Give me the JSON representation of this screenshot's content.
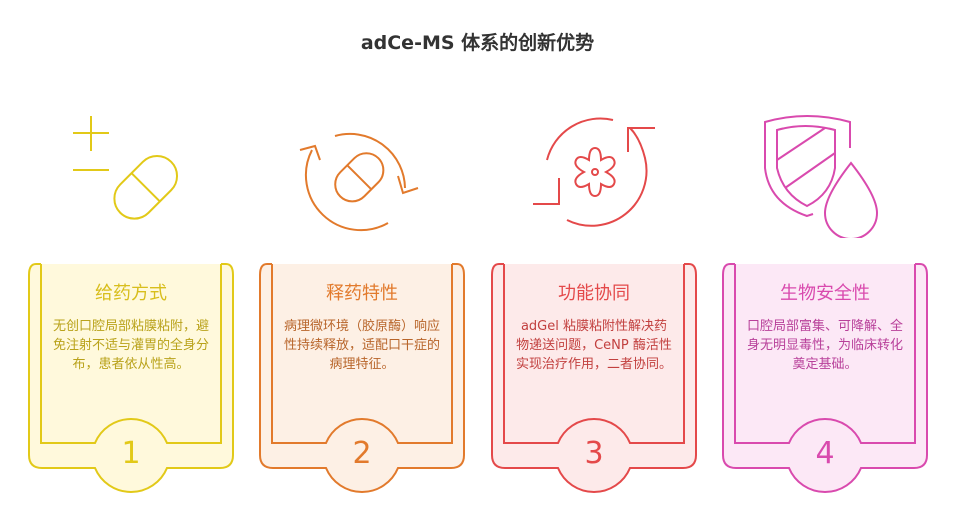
{
  "title": "adCe-MS 体系的创新优势",
  "cards": [
    {
      "number": "1",
      "title": "给药方式",
      "body": "无创口腔局部粘膜粘附，避免注射不适与灌胃的全身分布，患者依从性高。",
      "icon": "plus-minus-pill-icon",
      "stroke": "#E2C918",
      "fill": "#FFF9DC",
      "text": "#B9A21A",
      "title_color": "#D8BE1C"
    },
    {
      "number": "2",
      "title": "释药特性",
      "body": "病理微环境（胶原酶）响应性持续释放，适配口干症的病理特征。",
      "icon": "cycle-pill-icon",
      "stroke": "#E27A2C",
      "fill": "#FDF0E5",
      "text": "#B8652A",
      "title_color": "#E27A2C"
    },
    {
      "number": "3",
      "title": "功能协同",
      "body": "adGel 粘膜粘附性解决药物递送问题，CeNP 酶活性实现治疗作用，二者协同。",
      "icon": "cycle-gear-icon",
      "stroke": "#E4494A",
      "fill": "#FDEAEA",
      "text": "#C2403F",
      "title_color": "#E4494A"
    },
    {
      "number": "4",
      "title": "生物安全性",
      "body": "口腔局部富集、可降解、全身无明显毒性，为临床转化奠定基础。",
      "icon": "shield-drop-icon",
      "stroke": "#D94AAE",
      "fill": "#FCE8F6",
      "text": "#B8409A",
      "title_color": "#D94AAE"
    }
  ]
}
